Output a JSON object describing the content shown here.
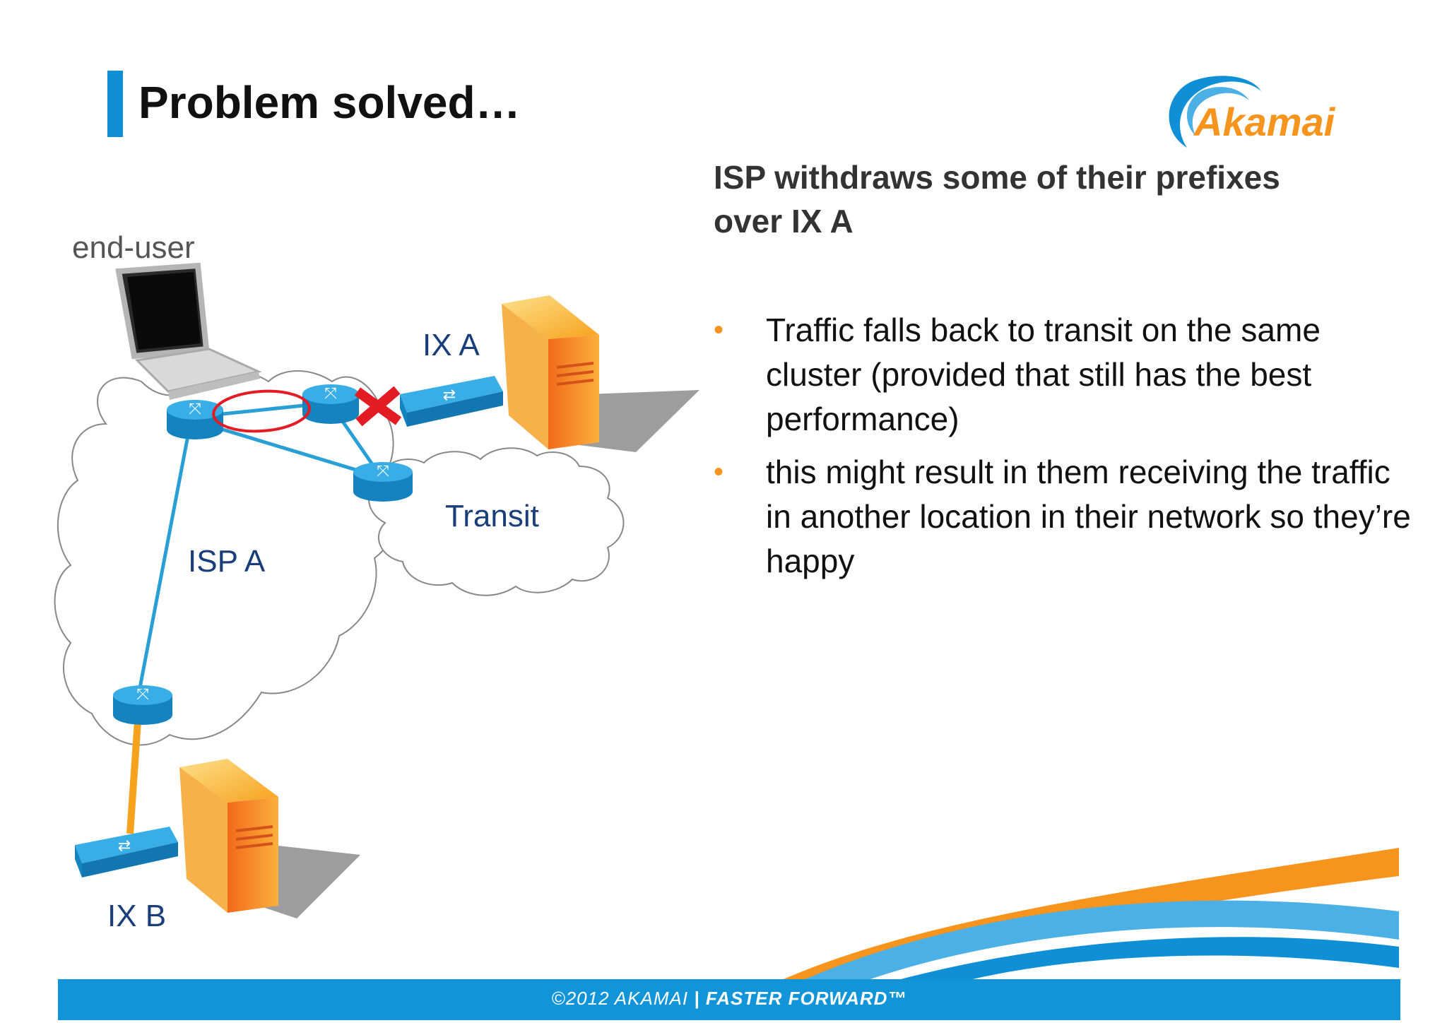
{
  "slide": {
    "title": "Problem solved…",
    "logo_text": "Akamai",
    "heading": "ISP withdraws some of their prefixes over IX A",
    "bullets": [
      "Traffic falls back to transit on the same cluster (provided that still has the best performance)",
      "this might result in them receiving the traffic in another location in their network so they’re happy"
    ],
    "bullet_glyph": "•"
  },
  "diagram": {
    "labels": {
      "end_user": "end-user",
      "ix_a": "IX A",
      "transit": "Transit",
      "isp_a": "ISP A",
      "ix_b": "IX B"
    },
    "colors": {
      "router": "#1a9ad6",
      "link": "#2a9fd6",
      "server": "#f7941d",
      "withdrawn_mark": "#e31b23",
      "ix_b_link": "#f7a21d"
    }
  },
  "footer": {
    "copyright": "©2012 AKAMAI",
    "separator": "|",
    "tagline": "FASTER FORWARD™"
  },
  "colors": {
    "accent_blue": "#0f8fd6",
    "accent_orange": "#f7941d",
    "footer_bg": "#1194d8"
  }
}
